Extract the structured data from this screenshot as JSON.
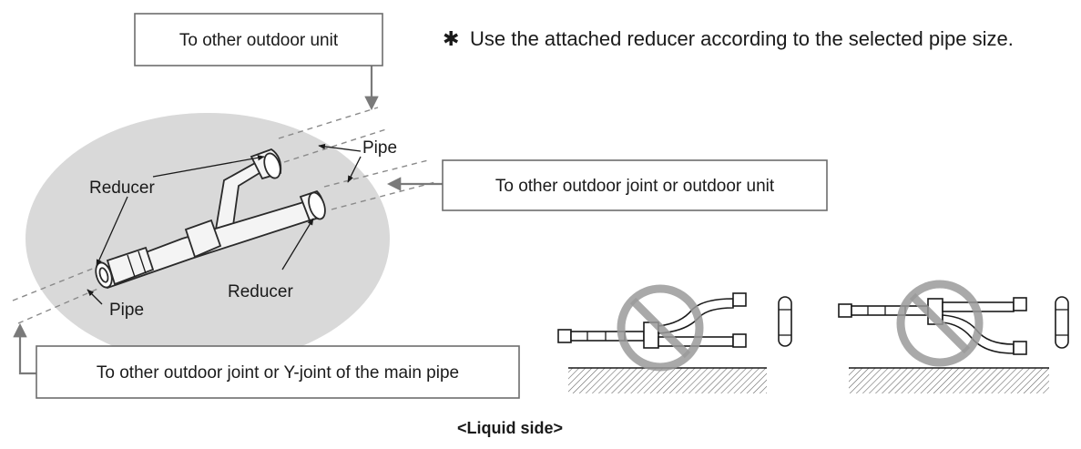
{
  "note": {
    "symbol": "✱",
    "text": "Use the attached reducer according to the selected pipe size."
  },
  "labels": {
    "to_other_outdoor_unit": "To other outdoor unit",
    "to_outdoor_joint_or_unit": "To other outdoor joint or outdoor unit",
    "to_outdoor_joint_or_yjoint": "To other outdoor joint or Y-joint of the main pipe",
    "reducer_upper": "Reducer",
    "reducer_lower": "Reducer",
    "pipe_upper": "Pipe",
    "pipe_lower": "Pipe"
  },
  "caption": "<Liquid side>",
  "colors": {
    "highlight_ellipse": "#d9d9d9",
    "prohibition_sign": "#9a9a9a"
  }
}
